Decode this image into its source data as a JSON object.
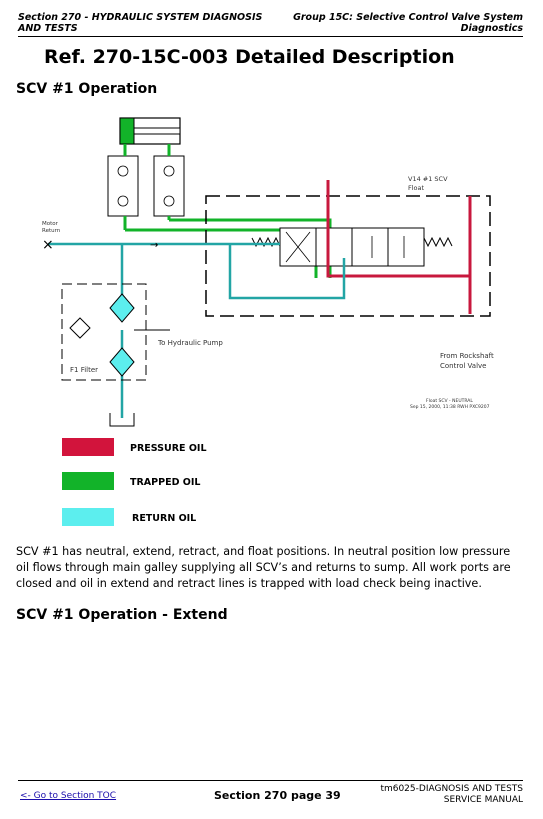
{
  "header": {
    "left": "Section 270 - HYDRAULIC SYSTEM DIAGNOSIS AND TESTS",
    "right_line1": "Group 15C: Selective Control Valve System",
    "right_line2": "Diagnostics"
  },
  "title": "Ref. 270-15C-003 Detailed Description",
  "section1_heading": "SCV #1 Operation",
  "diagram": {
    "valve_label_line1": "V14 #1 SCV",
    "valve_label_line2": "Float",
    "motor_return_line1": "Motor",
    "motor_return_line2": "Return",
    "hydraulic_pump_label": "To Hydraulic Pump",
    "filter_label": "F1 Filter",
    "rockshaft_line1": "From Rockshaft",
    "rockshaft_line2": "Control Valve",
    "caption_line1": "Float SCV - NEUTRAL",
    "caption_line2": "Sep 15, 2000, 11:38 RWH PXC9207"
  },
  "legend": [
    {
      "label": "PRESSURE OIL",
      "color": "#d2143c"
    },
    {
      "label": "TRAPPED OIL",
      "color": "#12b329"
    },
    {
      "label": "RETURN OIL",
      "color": "#5ceeee"
    }
  ],
  "colors": {
    "pressure": "#c8183e",
    "trapped": "#12b329",
    "return": "#22a5a5",
    "return_fill": "#5ceeee"
  },
  "paragraph": "SCV #1 has neutral, extend, retract, and float positions. In neutral position low pressure oil flows through main galley supplying all SCV’s and returns to sump. All work ports are closed and oil in extend and retract lines is trapped with load check being inactive.",
  "section2_heading": "SCV #1 Operation - Extend",
  "footer": {
    "link": "<- Go to Section TOC",
    "center": "Section 270 page 39",
    "right_line1": "tm6025-DIAGNOSIS AND TESTS",
    "right_line2": "SERVICE MANUAL"
  }
}
